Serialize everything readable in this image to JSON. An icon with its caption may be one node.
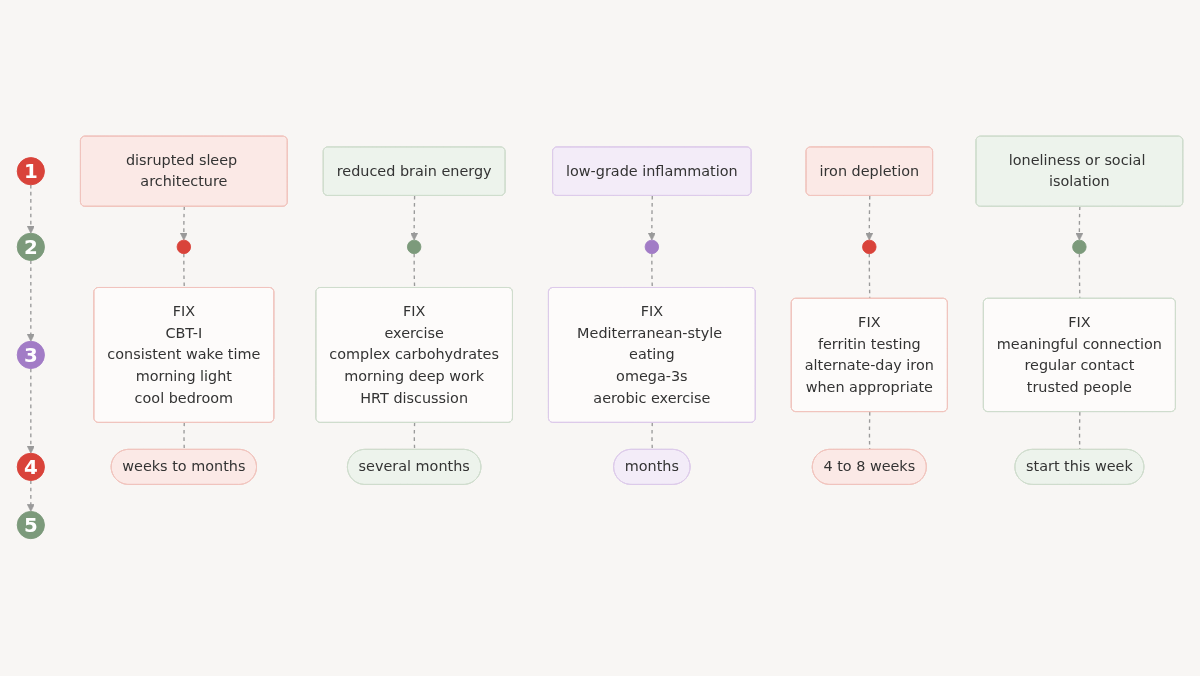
{
  "diagram": {
    "nodes": [
      {
        "text": [
          "1"
        ]
      },
      {
        "text": [
          "2"
        ]
      },
      {
        "text": [
          "3"
        ]
      },
      {
        "text": [
          "4"
        ]
      },
      {
        "text": [
          "5"
        ]
      },
      {
        "text": [
          "disrupted sleep architecture"
        ]
      },
      {
        "text": [
          "reduced brain energy"
        ]
      },
      {
        "text": [
          "low-grade inflammation"
        ]
      },
      {
        "text": [
          "iron depletion"
        ]
      },
      {
        "text": [
          "loneliness or social isolation"
        ]
      },
      {
        "text": [],
        "shape": "circle"
      },
      {
        "text": [],
        "shape": "circle"
      },
      {
        "text": [],
        "shape": "circle"
      },
      {
        "text": [],
        "shape": "circle"
      },
      {
        "text": [],
        "shape": "circle"
      },
      {
        "text": [
          "FIX",
          "CBT-I",
          "consistent wake time",
          "morning light",
          "cool bedroom"
        ]
      },
      {
        "text": [
          "FIX",
          "exercise",
          "complex carbohydrates",
          "morning deep work",
          "HRT discussion"
        ]
      },
      {
        "text": [
          "FIX",
          "Mediterranean-style eating",
          "omega-3s",
          "aerobic exercise"
        ]
      },
      {
        "text": [
          "FIX",
          "ferritin testing",
          "alternate-day iron",
          "when appropriate"
        ]
      },
      {
        "text": [
          "FIX",
          "meaningful connection",
          "regular contact",
          "trusted people"
        ]
      },
      {
        "text": [
          "weeks to months"
        ]
      },
      {
        "text": [
          "several months"
        ]
      },
      {
        "text": [
          "months"
        ]
      },
      {
        "text": [
          "4 to 8 weeks"
        ]
      },
      {
        "text": [
          "start this week"
        ]
      }
    ],
    "edges": [
      {
        "from": 0,
        "to": 1,
        "arrow": "to",
        "style": "dashed"
      },
      {
        "from": 1,
        "to": 2,
        "arrow": "to",
        "style": "dashed"
      },
      {
        "from": 2,
        "to": 3,
        "arrow": "to",
        "style": "dashed"
      },
      {
        "from": 3,
        "to": 4,
        "arrow": "to",
        "style": "dashed"
      },
      {
        "from": 5,
        "to": 10,
        "arrow": "to",
        "style": "dashed"
      },
      {
        "from": 10,
        "to": 15,
        "arrow": "none",
        "style": "dashed"
      },
      {
        "from": 15,
        "to": 20,
        "arrow": "none",
        "style": "dashed"
      },
      {
        "from": 6,
        "to": 11,
        "arrow": "to",
        "style": "dashed"
      },
      {
        "from": 11,
        "to": 16,
        "arrow": "none",
        "style": "dashed"
      },
      {
        "from": 16,
        "to": 21,
        "arrow": "none",
        "style": "dashed"
      },
      {
        "from": 7,
        "to": 12,
        "arrow": "to",
        "style": "dashed"
      },
      {
        "from": 12,
        "to": 17,
        "arrow": "none",
        "style": "dashed"
      },
      {
        "from": 17,
        "to": 22,
        "arrow": "none",
        "style": "dashed"
      },
      {
        "from": 8,
        "to": 13,
        "arrow": "to",
        "style": "dashed"
      },
      {
        "from": 13,
        "to": 18,
        "arrow": "none",
        "style": "dashed"
      },
      {
        "from": 18,
        "to": 23,
        "arrow": "none",
        "style": "dashed"
      },
      {
        "from": 9,
        "to": 14,
        "arrow": "to",
        "style": "dashed"
      },
      {
        "from": 14,
        "to": 19,
        "arrow": "none",
        "style": "dashed"
      },
      {
        "from": 19,
        "to": 24,
        "arrow": "none",
        "style": "dashed"
      }
    ]
  }
}
